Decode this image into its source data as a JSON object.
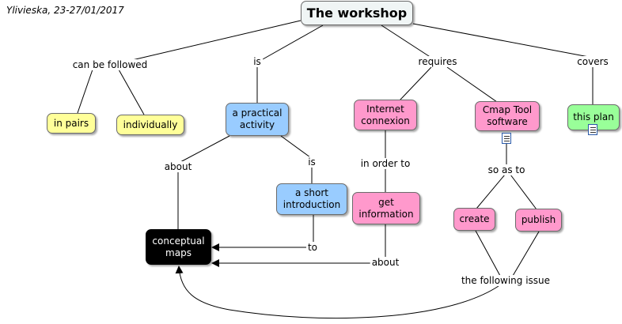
{
  "header": {
    "note": "Ylivieska, 23-27/01/2017"
  },
  "colors": {
    "title_bg": "#f0f5f5",
    "yellow": "#ffff99",
    "blue": "#99ccff",
    "pink": "#ff99cc",
    "green": "#99ff99",
    "dark": "#000000",
    "line": "#000000",
    "icon_border": "#2a5aa8"
  },
  "nodes": {
    "title": "The workshop",
    "in_pairs": "in pairs",
    "individually": "individually",
    "practical_activity": "a practical\nactivity",
    "short_introduction": "a short\nintroduction",
    "internet_connexion": "Internet\nconnexion",
    "get_information": "get\ninformation",
    "cmap_tool": "Cmap Tool\nsoftware",
    "create": "create",
    "publish": "publish",
    "this_plan": "this plan",
    "conceptual_maps": "conceptual\nmaps"
  },
  "links": {
    "can_be_followed": "can be followed",
    "is_1": "is",
    "requires": "requires",
    "covers": "covers",
    "about_1": "about",
    "is_2": "is",
    "in_order_to": "in order to",
    "so_as_to": "so as to",
    "to": "to",
    "about_2": "about",
    "the_following_issue": "the following issue"
  },
  "icons": {
    "cmap_doc": "document-icon",
    "plan_doc": "document-icon"
  }
}
